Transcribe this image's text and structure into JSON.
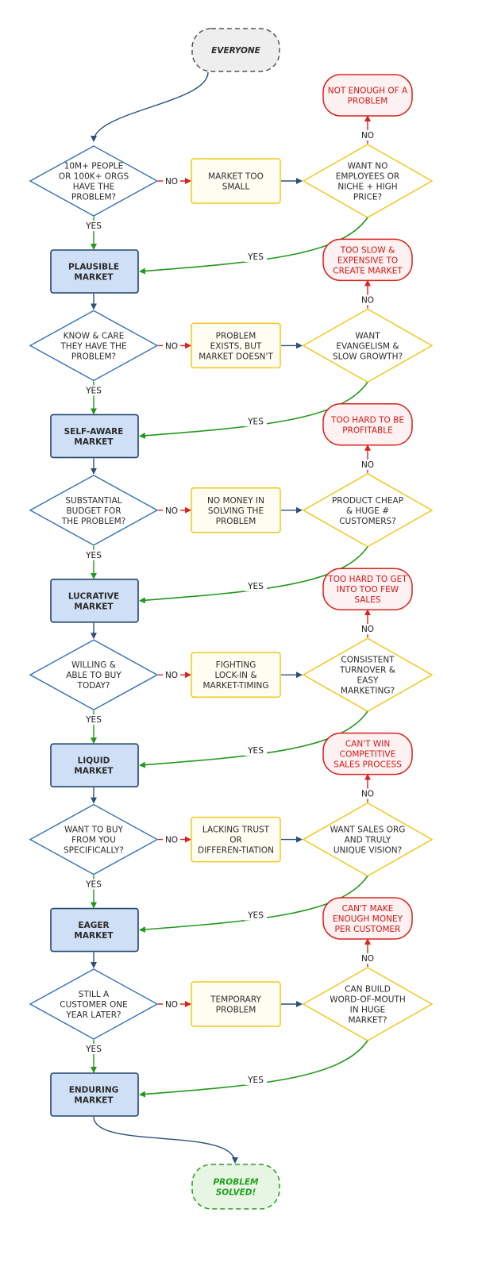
{
  "start": {
    "label": "EVERYONE"
  },
  "end": {
    "label": "PROBLEM SOLVED!"
  },
  "stages": [
    {
      "question": "10M+ PEOPLE OR 100K+ ORGS HAVE THE PROBLEM?",
      "market": "PLAUSIBLE MARKET",
      "no_result": "MARKET TOO SMALL",
      "alt_question": "WANT NO EMPLOYEES OR NICHE + HIGH PRICE?",
      "fail": "NOT ENOUGH OF A PROBLEM"
    },
    {
      "question": "KNOW & CARE THEY HAVE THE PROBLEM?",
      "market": "SELF-AWARE MARKET",
      "no_result": "PROBLEM EXISTS, BUT MARKET DOESN'T",
      "alt_question": "WANT EVANGELISM & SLOW GROWTH?",
      "fail": "TOO SLOW & EXPENSIVE TO CREATE MARKET"
    },
    {
      "question": "SUBSTANTIAL BUDGET FOR THE PROBLEM?",
      "market": "LUCRATIVE MARKET",
      "no_result": "NO MONEY IN SOLVING THE PROBLEM",
      "alt_question": "PRODUCT CHEAP & HUGE # CUSTOMERS?",
      "fail": "TOO HARD TO BE PROFITABLE"
    },
    {
      "question": "WILLING & ABLE TO BUY TODAY?",
      "market": "LIQUID MARKET",
      "no_result": "FIGHTING LOCK-IN & MARKET-TIMING",
      "alt_question": "CONSISTENT TURNOVER & EASY MARKETING?",
      "fail": "TOO HARD TO GET INTO TOO FEW SALES"
    },
    {
      "question": "WANT TO BUY FROM YOU SPECIFICALLY?",
      "market": "EAGER MARKET",
      "no_result": "LACKING TRUST OR DIFFEREN-TIATION",
      "alt_question": "WANT SALES ORG AND TRULY UNIQUE VISION?",
      "fail": "CAN'T WIN COMPETITIVE SALES PROCESS"
    },
    {
      "question": "STILL A CUSTOMER ONE YEAR LATER?",
      "market": "ENDURING MARKET",
      "no_result": "TEMPORARY PROBLEM",
      "alt_question": "CAN BUILD WORD-OF-MOUTH IN HUGE MARKET?",
      "fail": "CAN'T MAKE ENOUGH MONEY PER CUSTOMER"
    }
  ],
  "edge_labels": {
    "yes": "YES",
    "no": "NO"
  },
  "colors": {
    "decision_border": "#3d78b5",
    "market_fill": "#cfe0f6",
    "market_border": "#22456e",
    "result_border": "#f2c81e",
    "result_fill": "#fffdf2",
    "fail_border": "#d8231f",
    "fail_fill": "#fdf1f1",
    "start_fill": "#eeeeee",
    "start_border": "#555555",
    "end_fill": "#e6f6e3",
    "end_border": "#2a9c23",
    "arrow_blue": "#2e4f78",
    "arrow_green": "#22981c",
    "arrow_red": "#dc2121"
  }
}
